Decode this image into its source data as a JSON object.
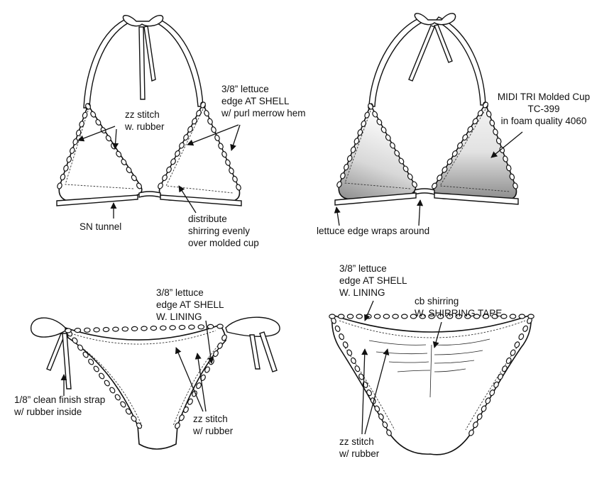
{
  "labels": {
    "zz_stitch_top": [
      "zz stitch",
      "w. rubber"
    ],
    "lettuce_top": [
      "3/8” lettuce",
      "edge AT SHELL",
      "w/ purl merrow hem"
    ],
    "sn_tunnel": [
      "SN tunnel"
    ],
    "distribute": [
      "distribute",
      "shirring evenly",
      "over molded cup"
    ],
    "midi_tri": [
      "MIDI TRI Molded Cup",
      "TC-399",
      "in foam quality 4060"
    ],
    "lettuce_wraps": [
      "lettuce edge wraps around"
    ],
    "lettuce_front_bottom": [
      "3/8” lettuce",
      "edge AT SHELL",
      "W. LINING"
    ],
    "clean_finish": [
      "1/8” clean finish strap",
      "w/ rubber inside"
    ],
    "zz_stitch_front": [
      "zz stitch",
      "w/ rubber"
    ],
    "lettuce_back_bottom": [
      "3/8” lettuce",
      "edge AT SHELL",
      "W. LINING"
    ],
    "cb_shirring": [
      "cb shirring",
      "W. SHIRRING TAPE"
    ],
    "zz_stitch_back": [
      "zz stitch",
      "w/ rubber"
    ]
  },
  "colors": {
    "ink": "#111111",
    "paper": "#ffffff",
    "foam_shade": "#9a9a9a"
  }
}
